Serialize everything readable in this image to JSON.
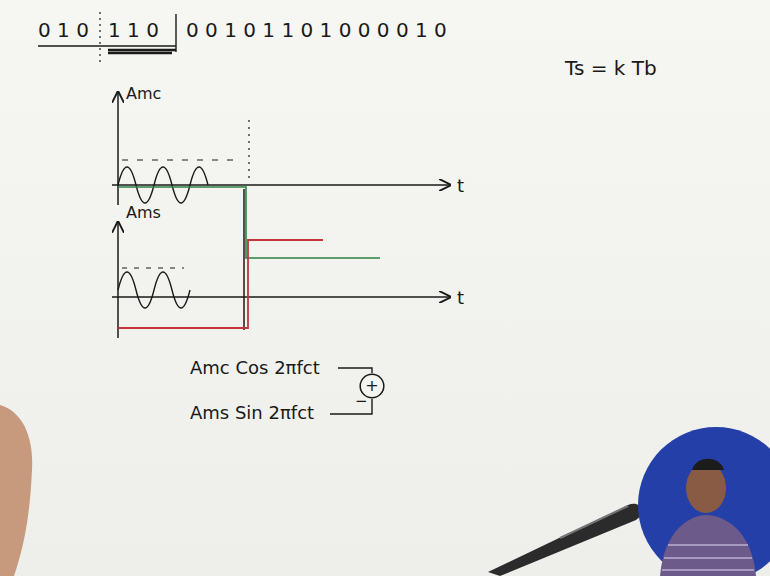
{
  "diagram": {
    "nodes": [
      {
        "text": [
          "+"
        ]
      }
    ],
    "labels": [
      "0 1 0",
      "1 1 0",
      "0 0 1 0 1 1 0 1 0 0 0 0 1 0",
      "Ts = k Tb",
      "Amc",
      "t",
      "Ams",
      "t",
      "Amc Cos 2πfct",
      "Ams Sin 2πfct",
      "−"
    ]
  }
}
